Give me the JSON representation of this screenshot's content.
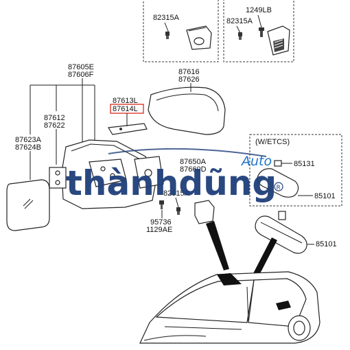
{
  "labels": {
    "top_left_82315a": "82315A",
    "top_right_1249lb": "1249LB",
    "top_right_82315a": "82315A",
    "outer_mirror_a": "87605E",
    "outer_mirror_b": "87606F",
    "cover_a": "87616",
    "cover_b": "87626",
    "lamp_a": "87613L",
    "lamp_b": "87614L",
    "housing_a": "87612",
    "housing_b": "87622",
    "glass_a": "87623A",
    "glass_b": "87624B",
    "mirror_mid_a": "87650A",
    "mirror_mid_b": "87660D",
    "mid_82315a": "82315A",
    "screw_a": "95736",
    "screw_b": "1129AE",
    "etcs_box_title": "(W/ETCS)",
    "etcs_clip": "85131",
    "etcs_mirror": "85101",
    "inside_mirror": "85101"
  },
  "watermark": {
    "main": "thànhdũng",
    "auto": "Auto",
    "main_color": "#1f3f7a",
    "auto_color": "#1e73c8"
  },
  "highlight_color": "#d9261c"
}
